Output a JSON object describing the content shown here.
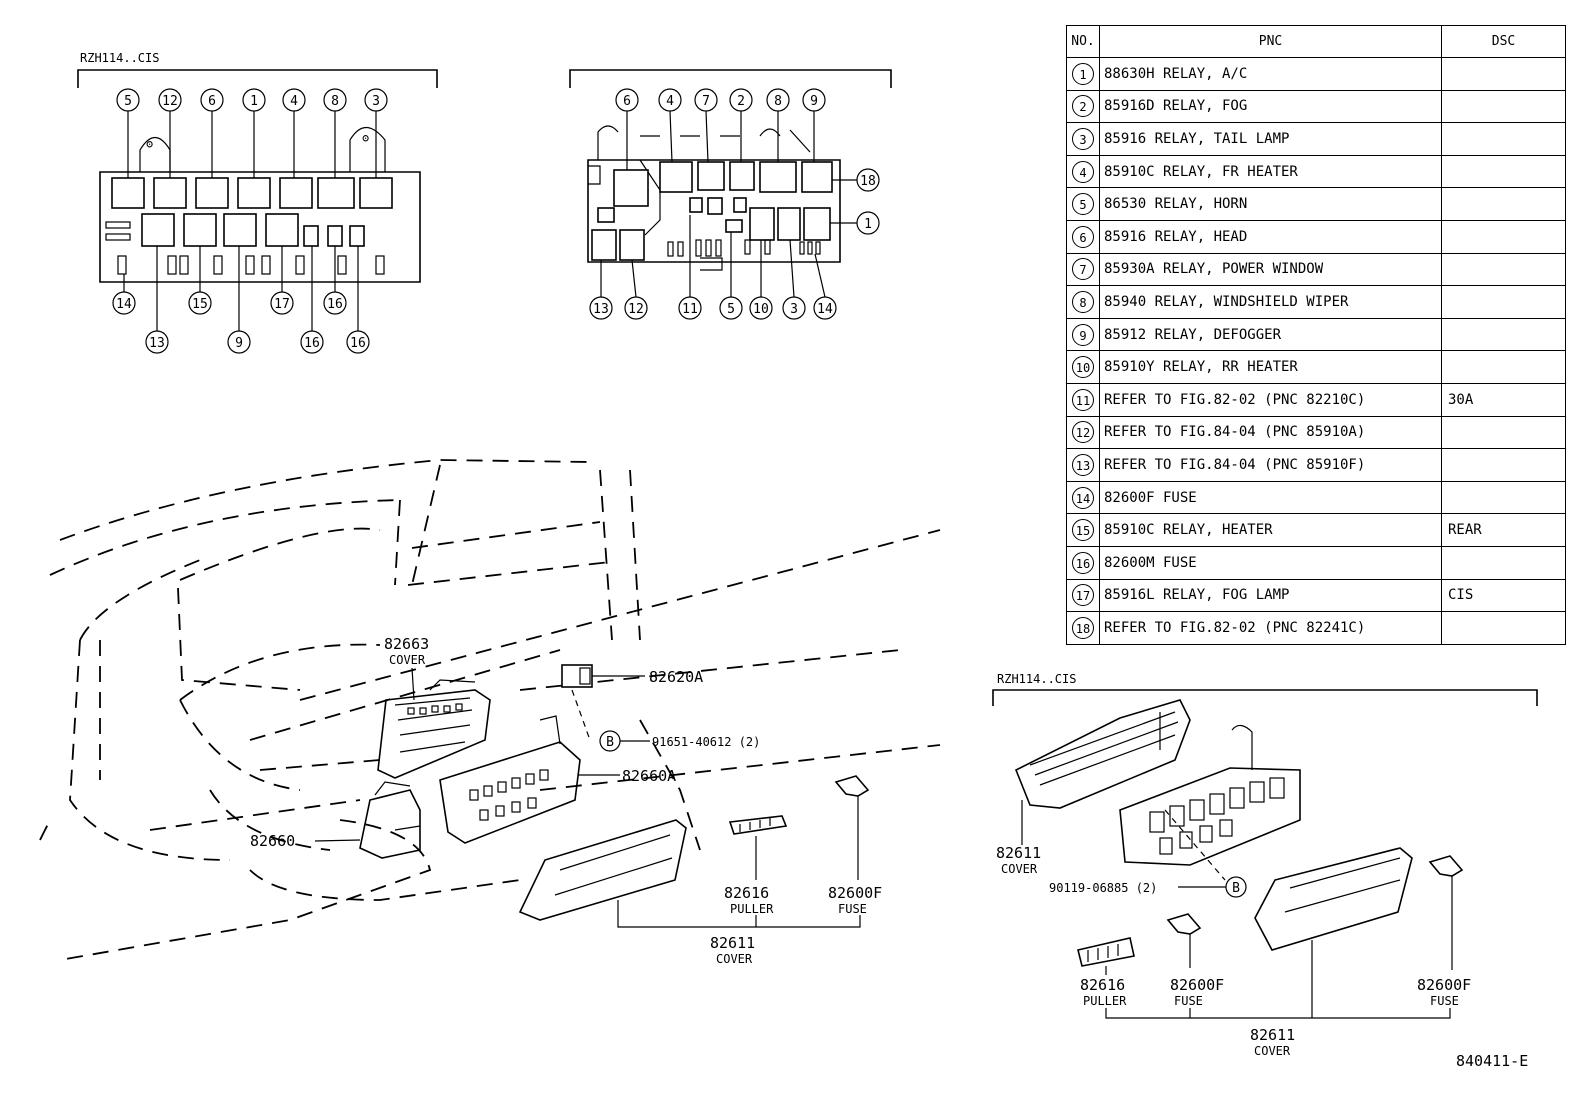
{
  "left_fuse_box": {
    "title": "RZH114..CIS",
    "top_callouts": [
      "5",
      "12",
      "6",
      "1",
      "4",
      "8",
      "3"
    ],
    "bottom_callouts_row1": [
      "14",
      "15",
      "17",
      "16"
    ],
    "bottom_callouts_row2": [
      "13",
      "9",
      "16",
      "16"
    ]
  },
  "center_fuse_box": {
    "top_callouts": [
      "6",
      "4",
      "7",
      "2",
      "8",
      "9"
    ],
    "right_callouts": [
      "18",
      "1"
    ],
    "bottom_callouts": [
      "13",
      "12",
      "11",
      "5",
      "10",
      "3",
      "14"
    ]
  },
  "table": {
    "headers": {
      "no": "NO.",
      "pnc": "PNC",
      "dsc": "DSC"
    },
    "rows": [
      {
        "no": "1",
        "pnc": "88630H RELAY, A/C",
        "dsc": ""
      },
      {
        "no": "2",
        "pnc": "85916D RELAY, FOG",
        "dsc": ""
      },
      {
        "no": "3",
        "pnc": "85916 RELAY, TAIL LAMP",
        "dsc": ""
      },
      {
        "no": "4",
        "pnc": "85910C RELAY, FR HEATER",
        "dsc": ""
      },
      {
        "no": "5",
        "pnc": "86530 RELAY, HORN",
        "dsc": ""
      },
      {
        "no": "6",
        "pnc": "85916 RELAY, HEAD",
        "dsc": ""
      },
      {
        "no": "7",
        "pnc": "85930A RELAY, POWER WINDOW",
        "dsc": ""
      },
      {
        "no": "8",
        "pnc": "85940 RELAY, WINDSHIELD WIPER",
        "dsc": ""
      },
      {
        "no": "9",
        "pnc": "85912 RELAY, DEFOGGER",
        "dsc": ""
      },
      {
        "no": "10",
        "pnc": "85910Y RELAY, RR HEATER",
        "dsc": ""
      },
      {
        "no": "11",
        "pnc": "REFER TO FIG.82-02  (PNC 82210C)",
        "dsc": "30A"
      },
      {
        "no": "12",
        "pnc": "REFER TO FIG.84-04  (PNC 85910A)",
        "dsc": ""
      },
      {
        "no": "13",
        "pnc": "REFER TO FIG.84-04  (PNC 85910F)",
        "dsc": ""
      },
      {
        "no": "14",
        "pnc": "82600F FUSE",
        "dsc": ""
      },
      {
        "no": "15",
        "pnc": "85910C RELAY, HEATER",
        "dsc": "REAR"
      },
      {
        "no": "16",
        "pnc": "82600M FUSE",
        "dsc": ""
      },
      {
        "no": "17",
        "pnc": "85916L RELAY, FOG LAMP",
        "dsc": "CIS"
      },
      {
        "no": "18",
        "pnc": "REFER TO FIG.82-02  (PNC 82241C)",
        "dsc": ""
      }
    ]
  },
  "main_assembly": {
    "cover_top_num": "82663",
    "cover_top_word": "COVER",
    "relay_num": "82620A",
    "bolt_callout": "B",
    "bolt_num": "91651-40612 (2)",
    "block_num": "82660A",
    "bracket_num": "82660",
    "puller_num": "82616",
    "puller_word": "PULLER",
    "fuse_num": "82600F",
    "fuse_word": "FUSE",
    "cover_num": "82611",
    "cover_word": "COVER"
  },
  "right_assembly": {
    "title": "RZH114..CIS",
    "cover_num": "82611",
    "cover_word": "COVER",
    "bolt_num": "90119-06885 (2)",
    "bolt_callout": "B",
    "puller_num": "82616",
    "puller_word": "PULLER",
    "fuse_a_num": "82600F",
    "fuse_a_word": "FUSE",
    "fuse_b_num": "82600F",
    "fuse_b_word": "FUSE",
    "cover_bottom_num": "82611",
    "cover_bottom_word": "COVER"
  },
  "figure_code": "840411-E"
}
